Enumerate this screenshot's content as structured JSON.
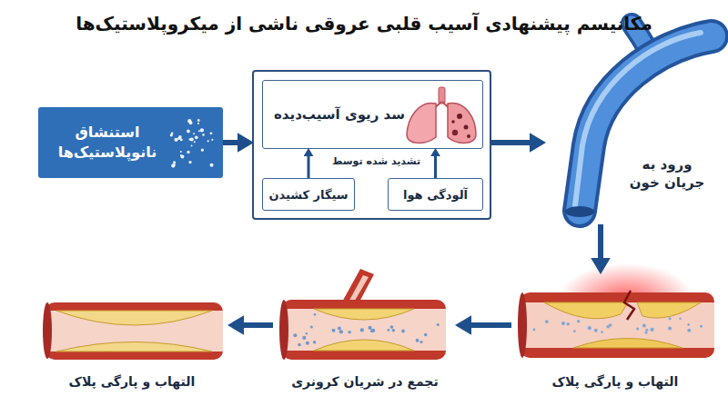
{
  "diagram": {
    "title": "مکانیسم پیشنهادی آسیب قلبی عروقی ناشی از میکروپلاستیک‌ها",
    "nodes": [
      {
        "text": [
          "استنشاق نانوپلاستیک‌ها"
        ]
      },
      {
        "text": [
          "تشدید شده توسط"
        ]
      },
      {
        "text": [
          "سد ریوی آسیب‌دیده"
        ],
        "in": 1
      },
      {
        "text": [
          "سیگار کشیدن"
        ],
        "in": 1
      },
      {
        "text": [
          "آلودگی هوا"
        ],
        "in": 1
      },
      {
        "text": [
          "ورود به جریان خون"
        ]
      },
      {
        "text": [
          "التهاب و پارگی پلاک"
        ]
      },
      {
        "text": [
          "تجمع در شریان کرونری"
        ]
      },
      {
        "text": [
          "التهاب و پارگی پلاک"
        ]
      }
    ],
    "edges": [
      {
        "from": 0,
        "to": 1,
        "arrow": "to"
      },
      {
        "from": 3,
        "to": 2,
        "arrow": "to"
      },
      {
        "from": 4,
        "to": 2,
        "arrow": "to"
      },
      {
        "from": 1,
        "to": 5,
        "arrow": "to"
      },
      {
        "from": 5,
        "to": 6,
        "arrow": "to"
      },
      {
        "from": 6,
        "to": 7,
        "arrow": "to"
      },
      {
        "from": 7,
        "to": 8,
        "arrow": "to"
      }
    ]
  }
}
